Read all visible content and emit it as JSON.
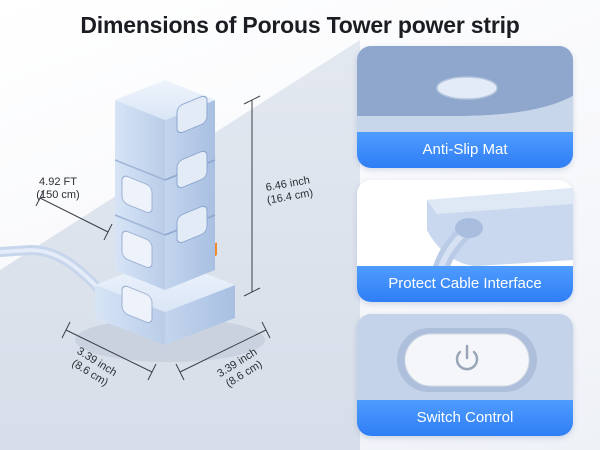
{
  "title": "Dimensions of Porous Tower power strip",
  "dimensions": {
    "cord_length_ft": "4.92 FT",
    "cord_length_cm": "(150 cm)",
    "height_in": "6.46 inch",
    "height_cm": "(16.4 cm)",
    "width_left_in": "3.39 inch",
    "width_left_cm": "(8.6 cm)",
    "width_right_in": "3.39 inch",
    "width_right_cm": "(8.6 cm)"
  },
  "features": [
    {
      "label": "Anti-Slip Mat"
    },
    {
      "label": "Protect Cable Interface"
    },
    {
      "label": "Switch Control"
    }
  ],
  "colors": {
    "accent": "#2f7ef5",
    "product_body": "#c6d7ef",
    "title_text": "#1b1d22"
  }
}
